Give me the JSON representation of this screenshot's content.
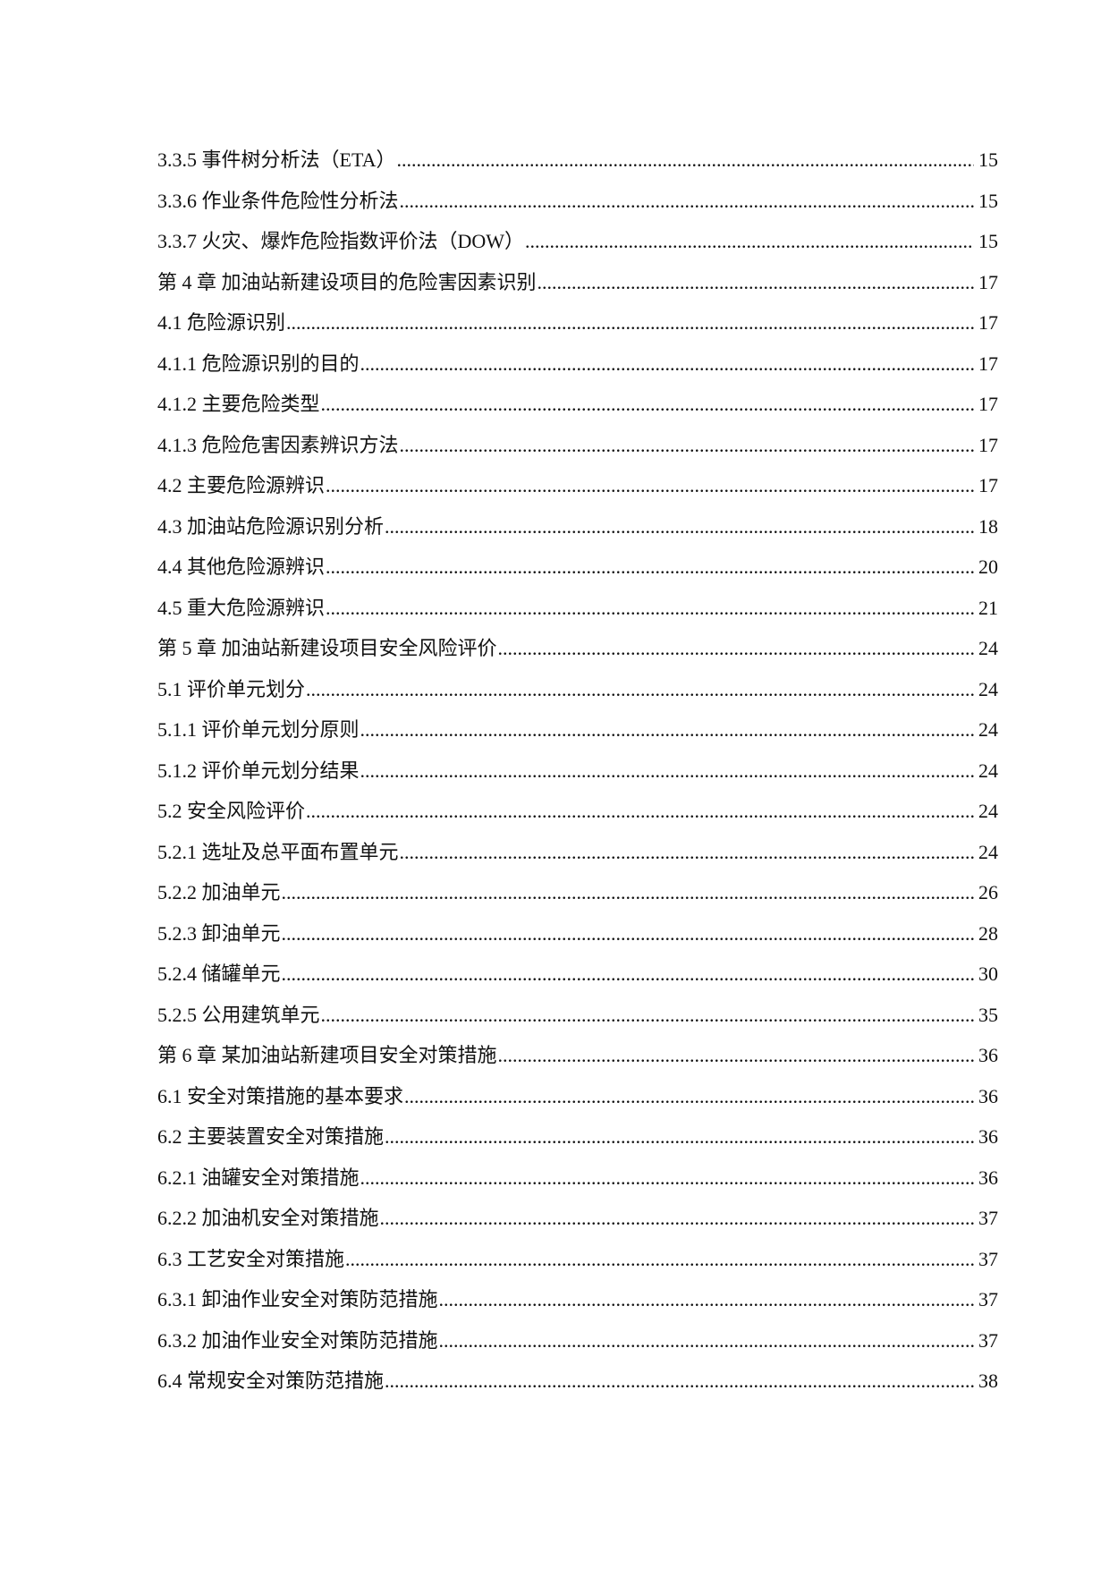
{
  "toc": {
    "entries": [
      {
        "title": "3.3.5 事件树分析法（ETA）",
        "page": "15"
      },
      {
        "title": "3.3.6 作业条件危险性分析法",
        "page": "15"
      },
      {
        "title": "3.3.7 火灾、爆炸危险指数评价法（DOW）",
        "page": "15"
      },
      {
        "title": "第 4 章  加油站新建设项目的危险害因素识别",
        "page": "17"
      },
      {
        "title": "4.1 危险源识别",
        "page": "17"
      },
      {
        "title": "4.1.1 危险源识别的目的",
        "page": "17"
      },
      {
        "title": "4.1.2 主要危险类型",
        "page": "17"
      },
      {
        "title": "4.1.3 危险危害因素辨识方法",
        "page": "17"
      },
      {
        "title": "4.2 主要危险源辨识",
        "page": "17"
      },
      {
        "title": "4.3 加油站危险源识别分析",
        "page": "18"
      },
      {
        "title": "4.4 其他危险源辨识",
        "page": "20"
      },
      {
        "title": "4.5 重大危险源辨识",
        "page": "21"
      },
      {
        "title": "第 5 章  加油站新建设项目安全风险评价",
        "page": "24"
      },
      {
        "title": "5.1 评价单元划分",
        "page": "24"
      },
      {
        "title": "5.1.1 评价单元划分原则",
        "page": "24"
      },
      {
        "title": "5.1.2 评价单元划分结果",
        "page": "24"
      },
      {
        "title": "5.2 安全风险评价",
        "page": "24"
      },
      {
        "title": "5.2.1 选址及总平面布置单元",
        "page": "24"
      },
      {
        "title": "5.2.2 加油单元",
        "page": "26"
      },
      {
        "title": "5.2.3 卸油单元",
        "page": "28"
      },
      {
        "title": "5.2.4 储罐单元",
        "page": "30"
      },
      {
        "title": "5.2.5 公用建筑单元",
        "page": "35"
      },
      {
        "title": "第 6 章  某加油站新建项目安全对策措施",
        "page": "36"
      },
      {
        "title": "6.1 安全对策措施的基本要求",
        "page": "36"
      },
      {
        "title": "6.2 主要装置安全对策措施",
        "page": "36"
      },
      {
        "title": "6.2.1 油罐安全对策措施",
        "page": "36"
      },
      {
        "title": "6.2.2 加油机安全对策措施",
        "page": "37"
      },
      {
        "title": "6.3 工艺安全对策措施",
        "page": "37"
      },
      {
        "title": "6.3.1 卸油作业安全对策防范措施",
        "page": "37"
      },
      {
        "title": "6.3.2 加油作业安全对策防范措施",
        "page": "37"
      },
      {
        "title": "6.4 常规安全对策防范措施",
        "page": "38"
      }
    ]
  }
}
